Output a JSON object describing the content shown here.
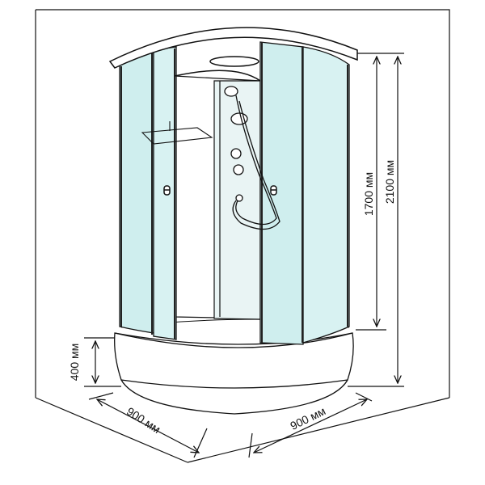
{
  "dimensions": {
    "cabin_height": "1700 мм",
    "total_height": "2100 мм",
    "tray_height": "400 мм",
    "depth_left": "900 мм",
    "width_right": "900 мм"
  },
  "colors": {
    "glass": "#cfeeee",
    "glass_edge": "#9fd8d8",
    "frame": "#222222",
    "line": "#111111",
    "background": "#ffffff"
  }
}
